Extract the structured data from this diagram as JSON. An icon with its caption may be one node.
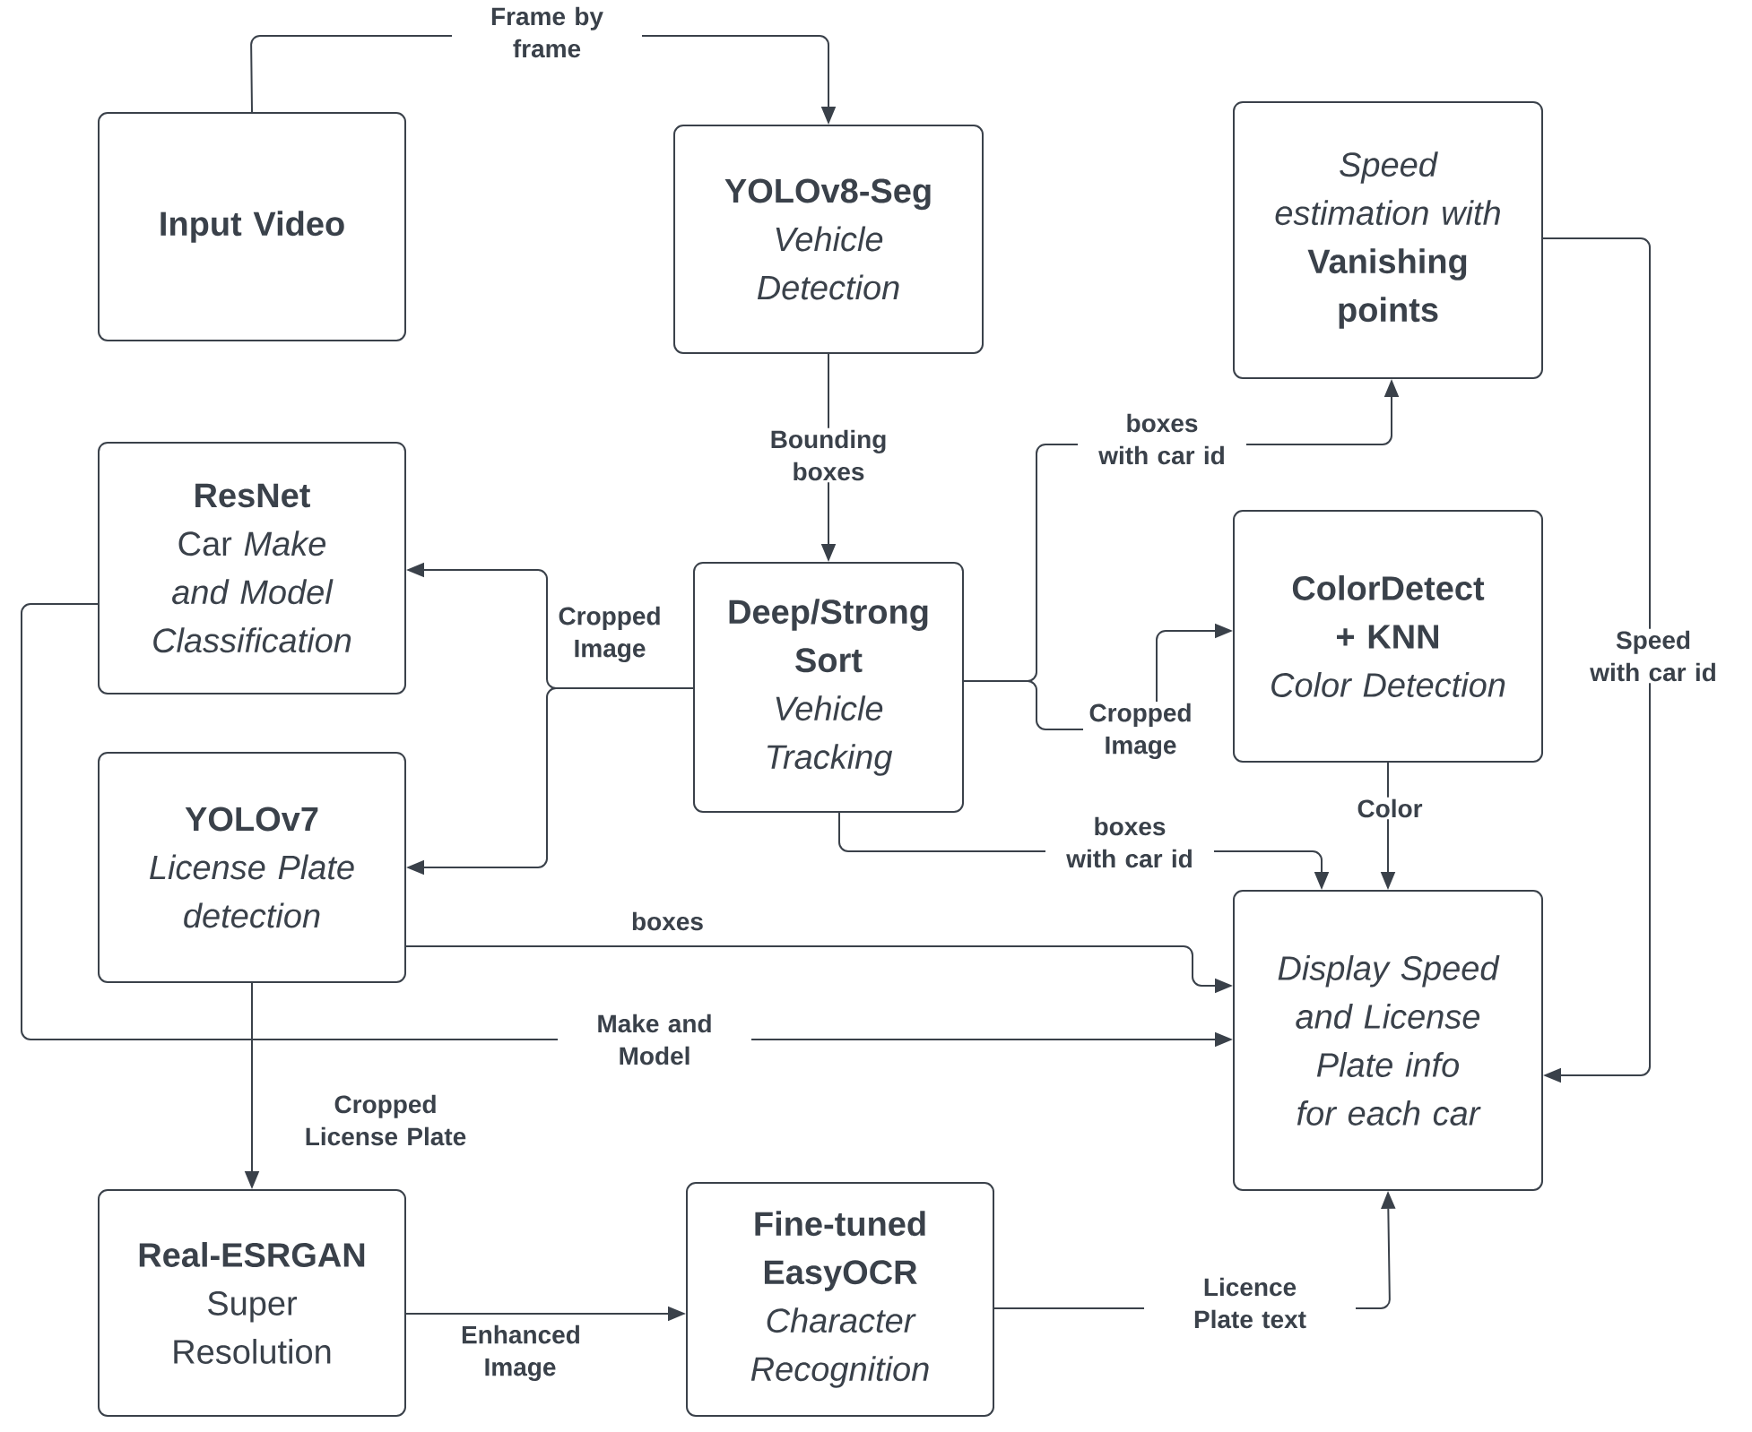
{
  "diagram": {
    "nodes": [
      {
        "text": [
          "Input Video"
        ]
      },
      {
        "text": [
          "YOLOv8-Seg",
          "Vehicle Detection"
        ]
      },
      {
        "text": [
          "Speed estimation with",
          "Vanishing points"
        ]
      },
      {
        "text": [
          "ResNet",
          "Car *Make and Model Classification*"
        ]
      },
      {
        "text": [
          "Deep/Strong Sort",
          "Vehicle Tracking"
        ]
      },
      {
        "text": [
          "ColorDetect + KNN",
          "Color Detection"
        ]
      },
      {
        "text": [
          "YOLOv7",
          "License Plate detection"
        ]
      },
      {
        "text": [
          "Display Speed and License Plate info for each car"
        ]
      },
      {
        "text": [
          "Real-ESRGAN",
          "Super Resolution"
        ]
      },
      {
        "text": [
          "Fine-tuned EasyOCR",
          "Character Recognition"
        ]
      }
    ],
    "edges": [
      {
        "from": 0,
        "to": 1,
        "arrow": "to",
        "label": "Frame by frame"
      },
      {
        "from": 1,
        "to": 4,
        "arrow": "to",
        "label": "Bounding boxes"
      },
      {
        "from": 4,
        "to": 3,
        "arrow": "to",
        "label": "Cropped Image"
      },
      {
        "from": 4,
        "to": 6,
        "arrow": "to"
      },
      {
        "from": 4,
        "to": 2,
        "arrow": "to",
        "label": "boxes with car id"
      },
      {
        "from": 4,
        "to": 5,
        "arrow": "to",
        "label": "Cropped Image"
      },
      {
        "from": 4,
        "to": 7,
        "arrow": "to",
        "label": "boxes with car id"
      },
      {
        "from": 5,
        "to": 7,
        "arrow": "to",
        "label": "Color"
      },
      {
        "from": 2,
        "to": 7,
        "arrow": "to",
        "label": "Speed with car id"
      },
      {
        "from": 6,
        "to": 7,
        "arrow": "to",
        "label": "boxes"
      },
      {
        "from": 3,
        "to": 7,
        "arrow": "to",
        "label": "Make and Model"
      },
      {
        "from": 6,
        "to": 8,
        "arrow": "to",
        "label": "Cropped License Plate"
      },
      {
        "from": 8,
        "to": 9,
        "arrow": "to",
        "label": "Enhanced Image"
      },
      {
        "from": 9,
        "to": 7,
        "arrow": "to",
        "label": "Licence Plate text"
      }
    ]
  }
}
